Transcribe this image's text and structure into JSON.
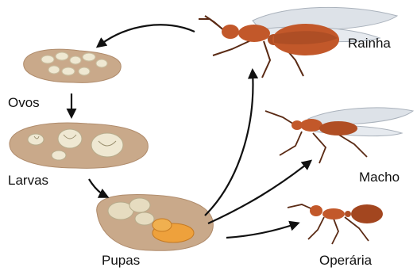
{
  "labels": {
    "eggs": "Ovos",
    "larvae": "Larvas",
    "pupae": "Pupas",
    "queen": "Rainha",
    "male": "Macho",
    "worker": "Operária"
  },
  "colors": {
    "soil": "#c9a98a",
    "soil_edge": "#b08c6c",
    "egg": "#efe8d2",
    "pupa_pale": "#e6dcc0",
    "pupa_orange": "#eea13c",
    "ant_body": "#c2582a",
    "ant_dark": "#8a3c1c",
    "wing": "#dde2e8",
    "arrow": "#111111"
  },
  "icons": {
    "eggs": "egg-cluster-icon",
    "larvae": "larva-cluster-icon",
    "pupae": "pupa-cluster-icon",
    "queen": "winged-queen-ant-icon",
    "male": "winged-male-ant-icon",
    "worker": "worker-ant-icon"
  }
}
